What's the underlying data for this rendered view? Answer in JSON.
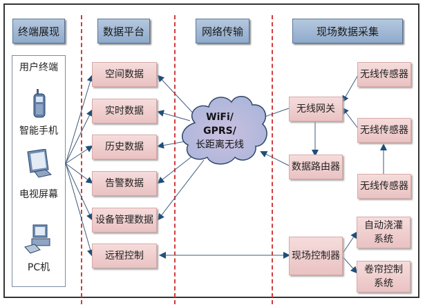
{
  "columns": [
    {
      "title": "终端展现"
    },
    {
      "title": "数据平台"
    },
    {
      "title": "网络传输"
    },
    {
      "title": "现场数据采集"
    }
  ],
  "terminal": {
    "title": "用户终端",
    "devices": [
      {
        "label": "智能手机",
        "icon": "smartphone-icon"
      },
      {
        "label": "电视屏幕",
        "icon": "monitor-icon"
      },
      {
        "label": "PC机",
        "icon": "pc-icon"
      }
    ]
  },
  "platform": {
    "items": [
      "空间数据",
      "实时数据",
      "历史数据",
      "告警数据",
      "设备管理数据",
      "远程控制"
    ]
  },
  "network": {
    "cloud_lines": [
      "WiFi/",
      "GPRS/",
      "长距离无线"
    ]
  },
  "field": {
    "gateway": "无线网关",
    "router": "数据路由器",
    "sensors": [
      "无线传感器",
      "无线传感器",
      "无线传感器"
    ],
    "controller": "现场控制器",
    "systems": [
      {
        "line1": "自动浇灌",
        "line2": "系统"
      },
      {
        "line1": "卷帘控制",
        "line2": "系统"
      }
    ]
  },
  "colors": {
    "header_fill": "#a3b9d6",
    "box_fill": "#efcfcf",
    "divider": "#d23b3b",
    "arrow": "#1f4e79"
  }
}
